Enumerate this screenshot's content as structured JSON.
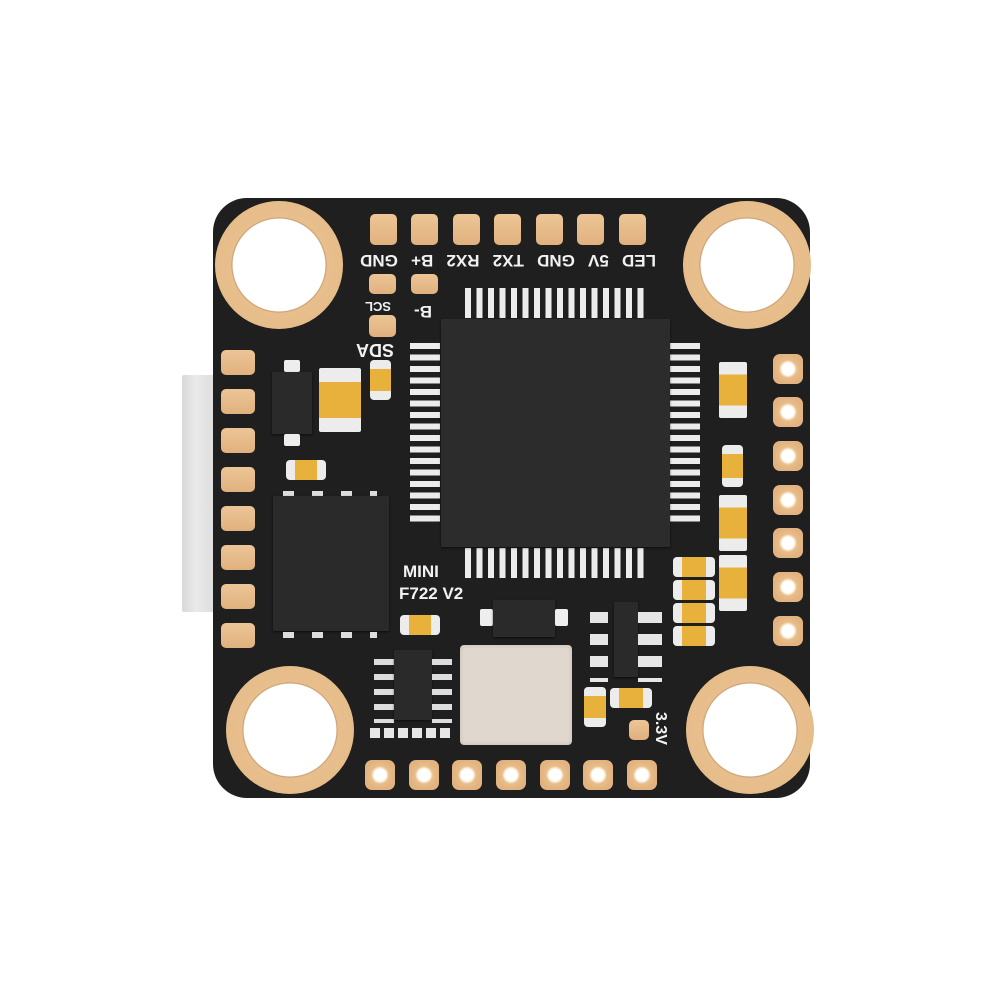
{
  "product": {
    "board_name_line1": "MINI",
    "board_name_line2": "F722 V2",
    "colors": {
      "pcb": "#1f1f1f",
      "gold_pad": "#e6bd8a",
      "silkscreen": "#f2f2f2",
      "capacitor": "#e8b13c",
      "background": "#ffffff"
    }
  },
  "top_header": {
    "pad_labels": [
      "LED",
      "5V",
      "GND",
      "TX2",
      "RX2",
      "B+",
      "GND"
    ],
    "pad_count": 7
  },
  "side_labels": {
    "scl": "SCL",
    "sda": "SDA",
    "b_minus": "B-",
    "v33": "3.3V"
  },
  "left_pads": {
    "count": 8
  },
  "right_pads": {
    "count": 7
  },
  "bottom_pads": {
    "count": 7
  },
  "mounting_holes": {
    "count": 4
  }
}
